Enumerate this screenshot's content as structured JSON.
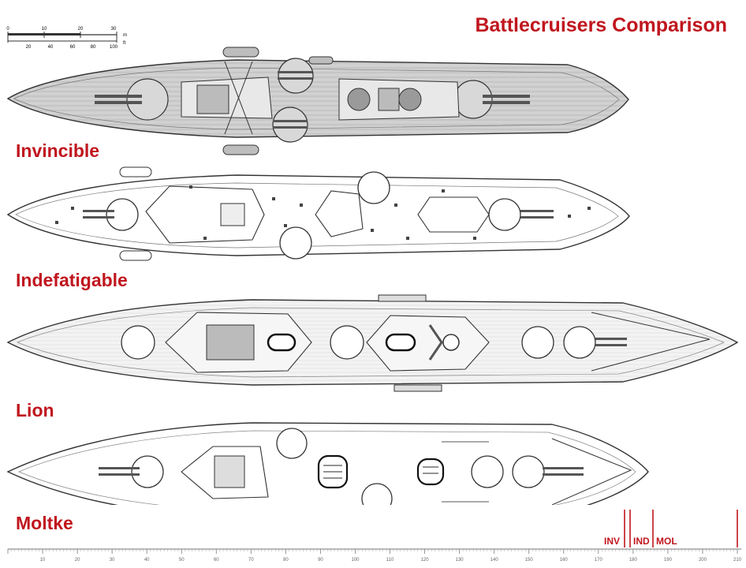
{
  "title": "Battlecruisers Comparison",
  "colors": {
    "accent": "#c0161e",
    "ink": "#3a3a3a"
  },
  "ships": [
    {
      "name": "Invincible"
    },
    {
      "name": "Indefatigable"
    },
    {
      "name": "Lion"
    },
    {
      "name": "Moltke"
    }
  ],
  "small_scale": {
    "top_ticks": [
      "0",
      "10",
      "20",
      "30"
    ],
    "top_unit": "m",
    "bottom_ticks": [
      "20",
      "40",
      "60",
      "80",
      "100"
    ],
    "bottom_unit": "ft"
  },
  "ruler": {
    "ticks": [
      "10",
      "20",
      "30",
      "40",
      "50",
      "60",
      "70",
      "80",
      "90",
      "100",
      "110",
      "120",
      "130",
      "140",
      "150",
      "160",
      "170",
      "180",
      "190",
      "200",
      "210"
    ]
  },
  "length_markers": [
    {
      "label": "INV"
    },
    {
      "label": "IND"
    },
    {
      "label": "MOL"
    }
  ]
}
